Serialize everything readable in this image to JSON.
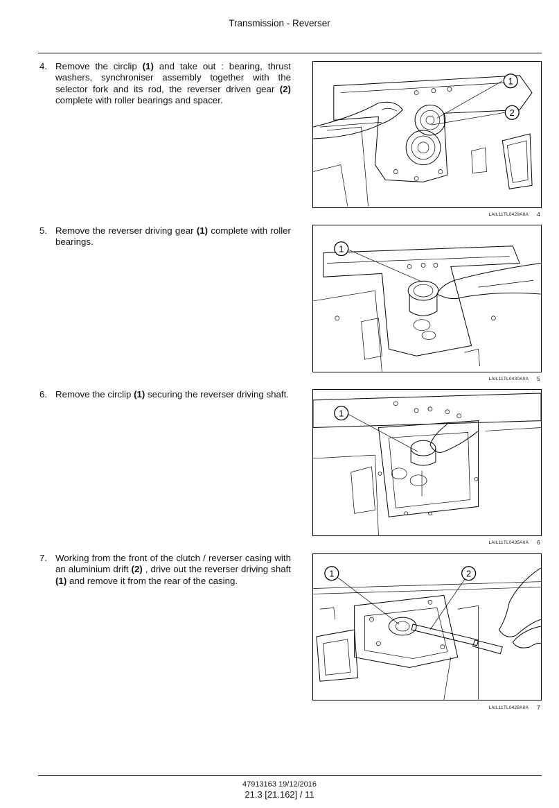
{
  "header": {
    "title": "Transmission - Reverser"
  },
  "steps": [
    {
      "num": "4.",
      "parts": [
        "Remove the circlip ",
        "(1)",
        " and take out :  bearing, thrust washers, synchroniser assembly together with the selector fork and its rod, the reverser driven gear ",
        "(2)",
        " complete with roller bearings and spacer."
      ],
      "figure": {
        "code": "LAIL11TL0429A0A",
        "num": "4",
        "callouts": [
          "1",
          "2"
        ]
      }
    },
    {
      "num": "5.",
      "parts": [
        "Remove the reverser driving gear ",
        "(1)",
        " complete with roller bearings."
      ],
      "figure": {
        "code": "LAIL11TL0430A0A",
        "num": "5",
        "callouts": [
          "1"
        ]
      }
    },
    {
      "num": "6.",
      "parts": [
        "Remove the circlip ",
        "(1)",
        " securing the reverser driving shaft."
      ],
      "figure": {
        "code": "LAIL11TL0435A0A",
        "num": "6",
        "callouts": [
          "1"
        ]
      }
    },
    {
      "num": "7.",
      "parts": [
        "Working from the front of the clutch / reverser casing with an aluminium drift ",
        "(2)",
        " , drive out the reverser driving shaft ",
        "(1)",
        " and remove it from the rear of the casing."
      ],
      "figure": {
        "code": "LAIL11TL0428A0A",
        "num": "7",
        "callouts": [
          "1",
          "2"
        ]
      }
    }
  ],
  "footer": {
    "doc_ref": "47913163 19/12/2016",
    "page": "21.3 [21.162] / 11"
  }
}
